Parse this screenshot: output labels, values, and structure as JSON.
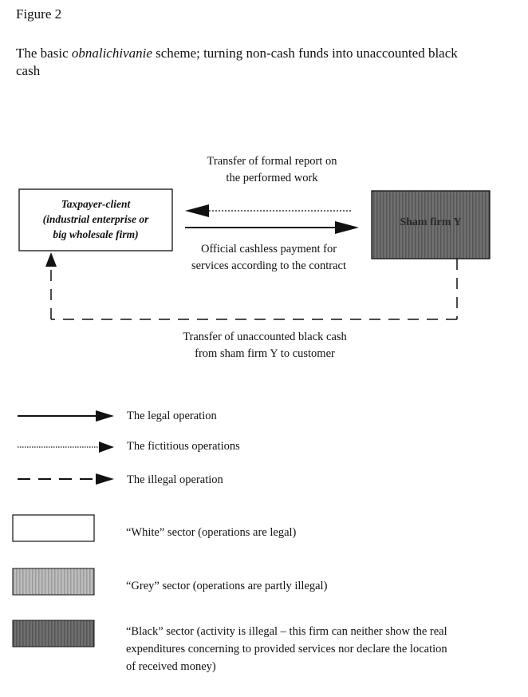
{
  "figure_label": "Figure 2",
  "title": {
    "prefix": "The basic ",
    "emphasis": "obnalichivanie",
    "suffix": " scheme; turning non-cash funds into unaccounted black cash"
  },
  "nodes": {
    "client": {
      "line1": "Taxpayer-client",
      "line2": "(industrial enterprise or",
      "line3": "big wholesale firm)"
    },
    "sham": {
      "label": "Sham firm Y"
    }
  },
  "flows": {
    "report": {
      "line1": "Transfer of formal report on",
      "line2": "the performed work"
    },
    "payment": {
      "line1": "Official cashless payment for",
      "line2": "services according to the contract"
    },
    "cash": {
      "line1": "Transfer of unaccounted black cash",
      "line2": "from sham firm Y to customer"
    }
  },
  "legend": {
    "legal": "The legal operation",
    "fictitious": "The fictitious operations",
    "illegal": "The illegal operation",
    "white": "“White” sector  (operations are legal)",
    "grey": "“Grey” sector (operations are partly illegal)",
    "black_line1": "“Black” sector (activity is illegal – this firm can neither show the real",
    "black_line2": "expenditures concerning to provided services nor declare the location",
    "black_line3": "of received money)"
  },
  "colors": {
    "white_sector": "#ffffff",
    "grey_sector": "#b8b8b8",
    "black_sector": "#6e6e6e",
    "line": "#111111"
  }
}
